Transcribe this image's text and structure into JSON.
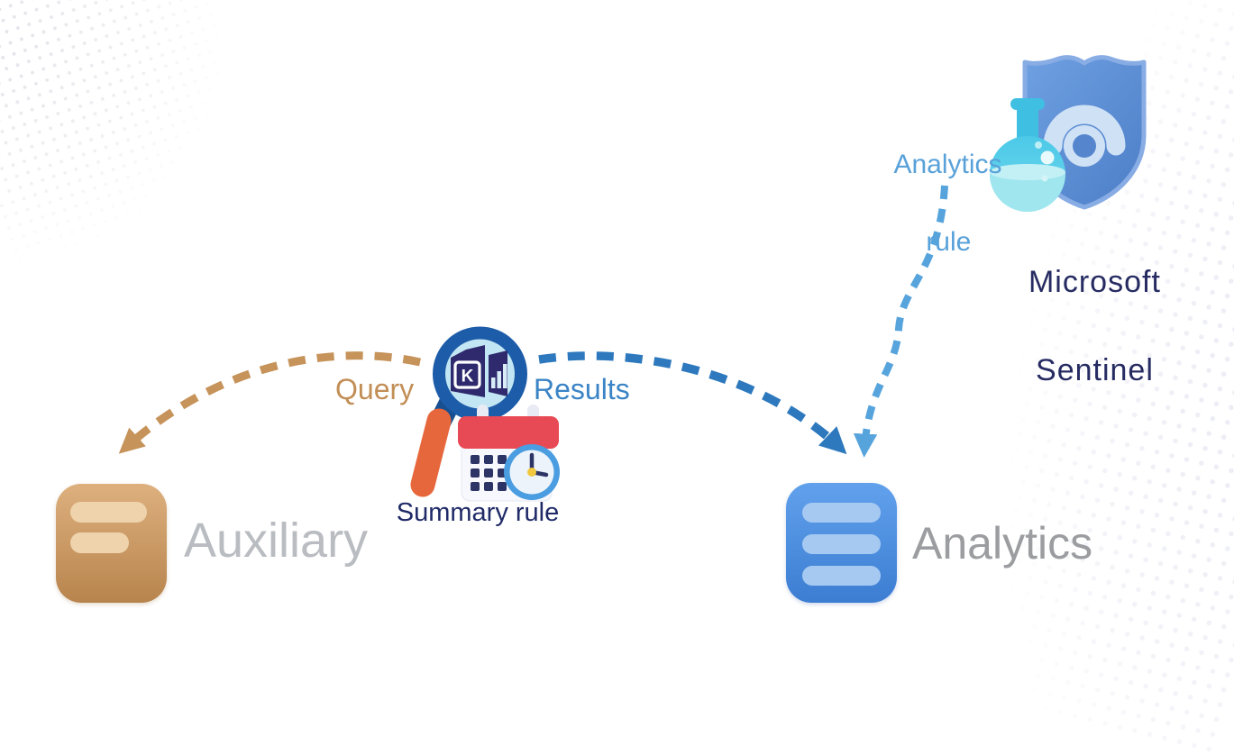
{
  "sentinel": {
    "analytics_rule": {
      "line1": "Analytics",
      "line2": "rule"
    },
    "title": {
      "line1": "Microsoft",
      "line2": "Sentinel"
    }
  },
  "summary_rule": {
    "query_label": "Query",
    "results_label": "Results",
    "caption": "Summary rule",
    "kql_letter": "K"
  },
  "tiers": {
    "auxiliary_label": "Auxiliary",
    "analytics_label": "Analytics"
  },
  "icons": {
    "sentinel-shield-icon": "blue shield with gauge",
    "flask-icon": "cyan round-bottom lab flask",
    "kql-magnifier-icon": "magnifying glass with KQL logo",
    "calendar-icon": "red calendar with dot grid",
    "clock-icon": "blue clock with yellow center",
    "auxiliary-table-icon": "tan rounded tile with two rows",
    "analytics-table-icon": "blue rounded tile with three rows"
  },
  "colors": {
    "query_arrow": "#c6935a",
    "results_arrow": "#2e79bd",
    "analytics_rule_arrow": "#57a4dd",
    "query_text": "#c28e56",
    "results_text": "#3b84c5",
    "summary_text": "#1f2a67",
    "sentinel_title_text": "#262b62",
    "analytics_rule_text": "#58a1d9",
    "auxiliary_text": "#b9bcc1",
    "analytics_text": "#9b9da0",
    "auxiliary_tile_top": "#ddb07e",
    "auxiliary_tile_bottom": "#b8844d",
    "analytics_tile_top": "#61a1ec",
    "analytics_tile_bottom": "#3c7dd2",
    "shield_fill": "#5d90d8",
    "flask_fill": "#45c5e6",
    "calendar_header": "#e84a55",
    "magnifier_ring": "#1d5ca9",
    "magnifier_handle": "#e7673d"
  }
}
